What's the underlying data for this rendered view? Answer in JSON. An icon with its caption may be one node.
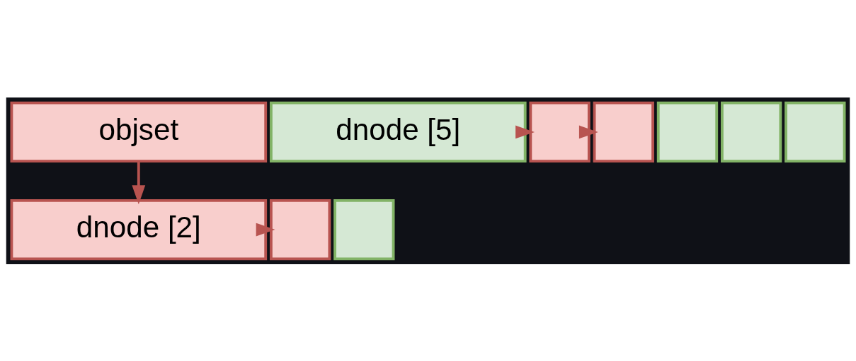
{
  "diagram": {
    "nodes": [
      {
        "text": [
          "objset"
        ]
      },
      {
        "text": [
          "dnode [5]"
        ]
      },
      {
        "text": [
          "dnode [2]"
        ]
      },
      {
        "text": [],
        "shape": "box"
      },
      {
        "text": [],
        "shape": "box"
      },
      {
        "text": [],
        "shape": "box"
      },
      {
        "text": [],
        "shape": "box"
      },
      {
        "text": [],
        "shape": "box"
      },
      {
        "text": [],
        "shape": "box"
      },
      {
        "text": [],
        "shape": "box"
      }
    ],
    "edges": [
      {
        "from": 0,
        "to": 2,
        "arrow": "to"
      },
      {
        "from": 1,
        "to": 6,
        "arrow": "to"
      },
      {
        "from": 6,
        "to": 7,
        "arrow": "to"
      },
      {
        "from": 2,
        "to": 9,
        "arrow": "to"
      }
    ]
  }
}
